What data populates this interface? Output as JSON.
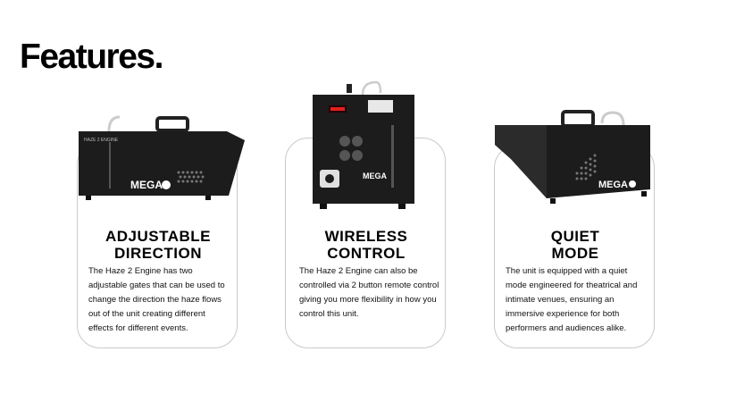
{
  "page": {
    "title": "Features."
  },
  "cards": [
    {
      "title_line1": "ADJUSTABLE",
      "title_line2": "DIRECTION",
      "body": "The Haze 2 Engine has two adjustable gates that can be used to change the direction the haze flows out of the unit creating different effects for different events.",
      "product_brand": "HAZE 2 ENGINE",
      "product_logo": "MEGA"
    },
    {
      "title_line1": "WIRELESS",
      "title_line2": "CONTROL",
      "body": "The Haze 2 Engine can also be controlled via 2 button remote control giving you more flexibility in how you control this unit.",
      "product_logo": "MEGA"
    },
    {
      "title_line1": "QUIET",
      "title_line2": "MODE",
      "body": "The unit is equipped with a quiet mode engineered for theatrical and intimate venues, ensuring an immersive experience for both performers and audiences alike.",
      "product_logo": "MEGA"
    }
  ],
  "colors": {
    "device_body": "#1c1c1c",
    "card_border": "#c9c9c9",
    "text": "#000000"
  }
}
